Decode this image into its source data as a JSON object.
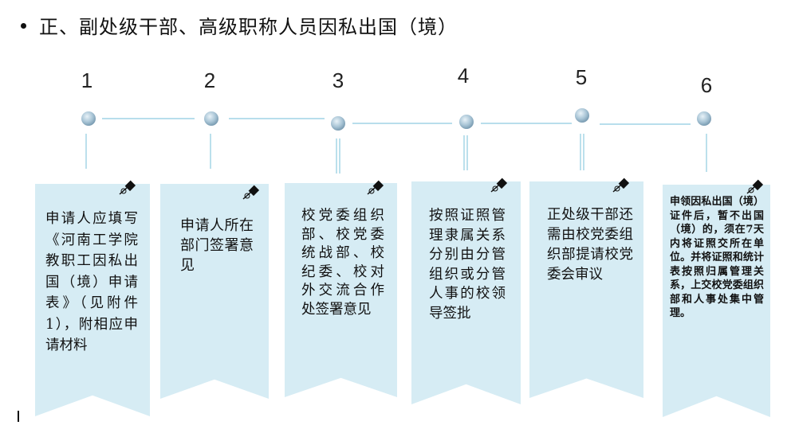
{
  "title": "正、副处级干部、高级职称人员因私出国（境）",
  "steps": [
    {
      "num": "1",
      "text": "申请人应填写《河南工学院教职工因私出国（境）申请表》（见附件1），附相应申请材料"
    },
    {
      "num": "2",
      "text": "申请人所在部门签署意见"
    },
    {
      "num": "3",
      "text": "校党委组织部、校党委统战部、校纪委、校对外交流合作处签署意见"
    },
    {
      "num": "4",
      "text": "按照证照管理隶属关系分别由分管组织或分管人事的校领导签批"
    },
    {
      "num": "5",
      "text": "正处级干部还需由校党委组织部提请校党委会审议"
    },
    {
      "num": "6",
      "text": "申领因私出国（境）证件后，暂不出国（境）的，须在7天内将证照交所在单位。并将证照和统计表按照归属管理关系，上交校党委组织部和人事处集中管理。"
    }
  ],
  "colors": {
    "card": "#d6ecf4",
    "line": "#8ecbe0",
    "node": "#8fb3c9",
    "pin": "#111111"
  },
  "icons": {
    "pin": "pushpin-icon",
    "bullet": "bullet-dot"
  }
}
